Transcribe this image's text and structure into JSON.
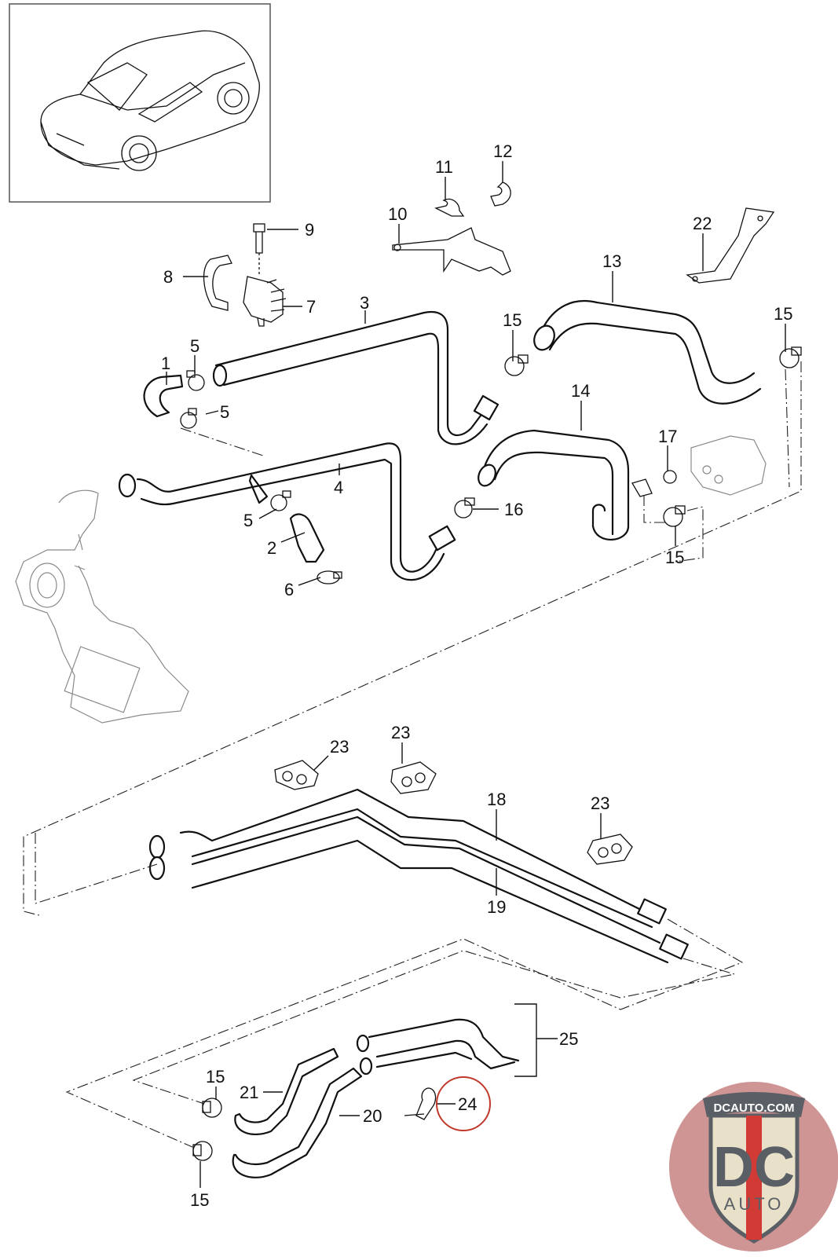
{
  "diagram": {
    "title": "Heating system coolant hoses - exploded parts diagram",
    "thumbnail": {
      "subject": "vehicle-overview-icon",
      "description": "Rear 3/4 view of coupe"
    },
    "callouts": [
      {
        "id": "c1",
        "label": "1"
      },
      {
        "id": "c2",
        "label": "2"
      },
      {
        "id": "c3",
        "label": "3"
      },
      {
        "id": "c4",
        "label": "4"
      },
      {
        "id": "c5a",
        "label": "5"
      },
      {
        "id": "c5b",
        "label": "5"
      },
      {
        "id": "c5c",
        "label": "5"
      },
      {
        "id": "c6",
        "label": "6"
      },
      {
        "id": "c7",
        "label": "7"
      },
      {
        "id": "c8",
        "label": "8"
      },
      {
        "id": "c9",
        "label": "9"
      },
      {
        "id": "c10",
        "label": "10"
      },
      {
        "id": "c11",
        "label": "11"
      },
      {
        "id": "c12",
        "label": "12"
      },
      {
        "id": "c13",
        "label": "13"
      },
      {
        "id": "c14",
        "label": "14"
      },
      {
        "id": "c15a",
        "label": "15"
      },
      {
        "id": "c15b",
        "label": "15"
      },
      {
        "id": "c15c",
        "label": "15"
      },
      {
        "id": "c15d",
        "label": "15"
      },
      {
        "id": "c15e",
        "label": "15"
      },
      {
        "id": "c16",
        "label": "16"
      },
      {
        "id": "c17",
        "label": "17"
      },
      {
        "id": "c18",
        "label": "18"
      },
      {
        "id": "c19",
        "label": "19"
      },
      {
        "id": "c20",
        "label": "20"
      },
      {
        "id": "c21",
        "label": "21"
      },
      {
        "id": "c22",
        "label": "22"
      },
      {
        "id": "c23a",
        "label": "23"
      },
      {
        "id": "c23b",
        "label": "23"
      },
      {
        "id": "c23c",
        "label": "23"
      },
      {
        "id": "c24",
        "label": "24",
        "highlighted": true
      },
      {
        "id": "c25",
        "label": "25"
      }
    ],
    "highlight_color": "#c0392b"
  },
  "watermark": {
    "top_text": "DCAUTO.COM",
    "logo_text": "DC",
    "sub_text": "AUTO",
    "colors": {
      "background": "#c98a88",
      "shield": "#e8e0c8",
      "letters": "#5a5f66",
      "stripe": "#d23a35",
      "banner": "#5a5f66"
    }
  }
}
